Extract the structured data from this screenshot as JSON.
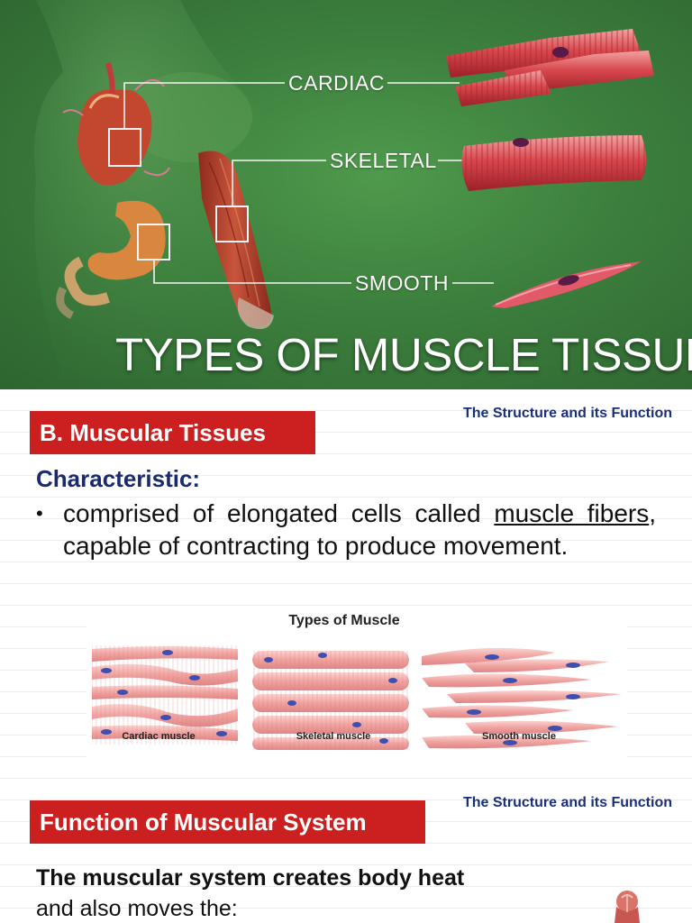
{
  "hero": {
    "labels": {
      "cardiac": "CARDIAC",
      "skeletal": "SKELETAL",
      "smooth": "SMOOTH"
    },
    "title": "TYPES OF MUSCLE TISSUE"
  },
  "slide1": {
    "corner_note": "The Structure and its Function",
    "section_title": "B. Muscular Tissues",
    "characteristic_heading": "Characteristic:",
    "bullet": {
      "part1": "comprised of elongated cells called ",
      "underlined": "muscle fibers",
      "part2": ", capable of contracting to produce movement."
    },
    "figure": {
      "title": "Types of Muscle",
      "captions": [
        "Cardiac muscle",
        "Skeletal muscle",
        "Smooth muscle"
      ]
    }
  },
  "slide2": {
    "corner_note": "The Structure and its Function",
    "section_title": "Function of Muscular System",
    "bold_line": "The muscular system creates body heat",
    "rest_line": "and also moves the:"
  },
  "colors": {
    "banner_green": "#3c7f3d",
    "section_red": "#cc1f1f",
    "note_blue": "#1a2f7a",
    "muscle_pink": "#e8999a"
  }
}
